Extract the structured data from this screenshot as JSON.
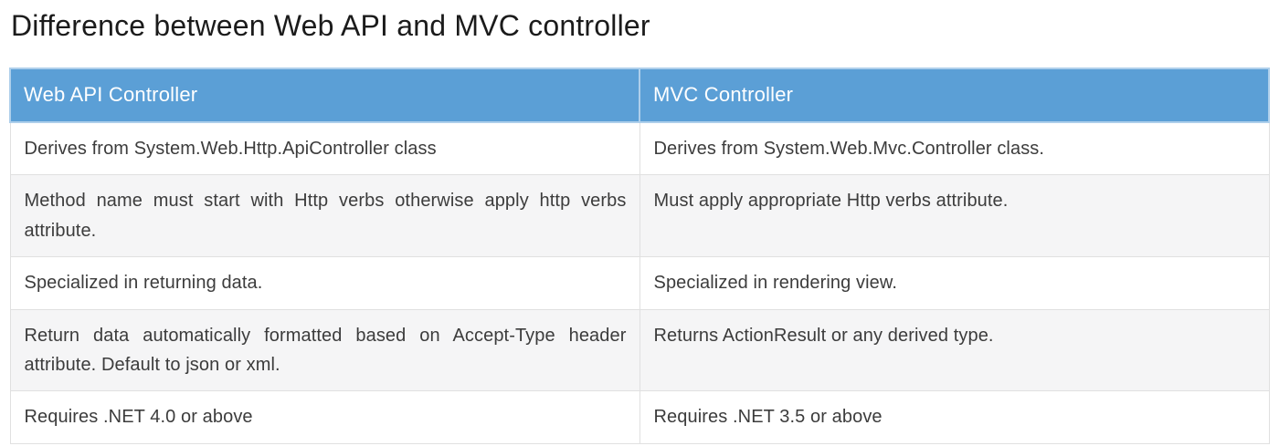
{
  "page": {
    "title": "Difference between Web API and MVC controller"
  },
  "table": {
    "columns": [
      {
        "label": "Web API Controller"
      },
      {
        "label": "MVC Controller"
      }
    ],
    "rows": [
      {
        "cells": [
          "Derives from System.Web.Http.ApiController class",
          "Derives from System.Web.Mvc.Controller class."
        ]
      },
      {
        "cells": [
          "Method name must start with Http verbs otherwise apply http verbs attribute.",
          "Must apply appropriate Http verbs attribute."
        ]
      },
      {
        "cells": [
          "Specialized in returning data.",
          "Specialized in rendering view."
        ]
      },
      {
        "cells": [
          "Return data automatically formatted based on Accept-Type header attribute. Default to json or xml.",
          "Returns ActionResult or any derived type."
        ]
      },
      {
        "cells": [
          "Requires .NET 4.0 or above",
          "Requires .NET 3.5 or above"
        ]
      }
    ]
  },
  "colors": {
    "header_bg": "#5b9fd6",
    "header_text": "#ffffff",
    "row_bg": "#ffffff",
    "row_alt_bg": "#f5f5f6",
    "body_text": "#3c3c3c",
    "cell_border": "#e0e0e0",
    "header_border": "#aecfeb",
    "title_text": "#1b1b1b"
  }
}
